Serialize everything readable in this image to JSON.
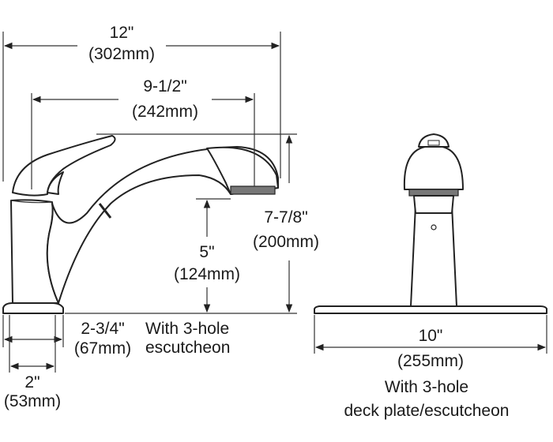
{
  "dimensions": {
    "overall_width": {
      "imperial": "12\"",
      "metric": "(302mm)"
    },
    "spout_reach": {
      "imperial": "9-1/2\"",
      "metric": "(242mm)"
    },
    "overall_height": {
      "imperial": "7-7/8\"",
      "metric": "(200mm)"
    },
    "spout_height": {
      "imperial": "5\"",
      "metric": "(124mm)"
    },
    "base_width": {
      "imperial": "2-3/4\"",
      "metric": "(67mm)"
    },
    "body_width": {
      "imperial": "2\"",
      "metric": "(53mm)"
    },
    "plate_width": {
      "imperial": "10\"",
      "metric": "(255mm)"
    }
  },
  "notes": {
    "side_note_line1": "With 3-hole",
    "side_note_line2": "escutcheon",
    "front_note_line1": "With 3-hole",
    "front_note_line2": "deck plate/escutcheon"
  },
  "colors": {
    "line": "#222222",
    "background": "#ffffff"
  }
}
